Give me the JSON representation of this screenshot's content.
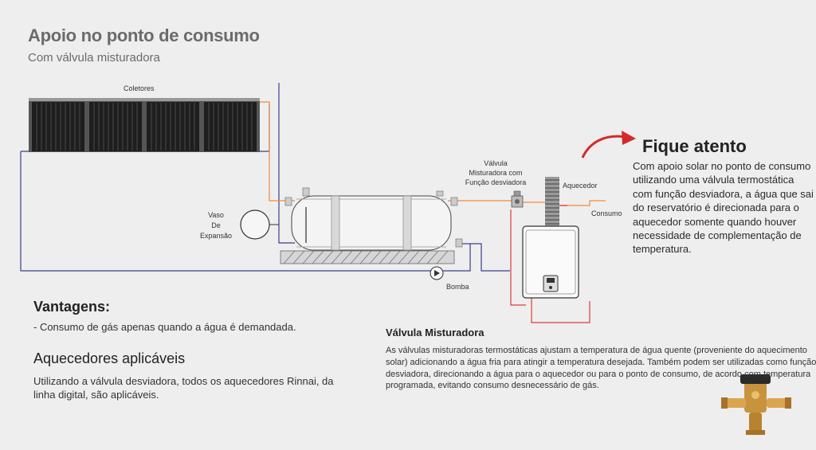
{
  "header": {
    "title": "Apoio no ponto de consumo",
    "subtitle": "Com válvula misturadora"
  },
  "diagram": {
    "labels": {
      "coletores": "Coletores",
      "vaso": [
        "Vaso",
        "De",
        "Expansão"
      ],
      "bomba": "Bomba",
      "valvula": [
        "Válvula",
        "Misturadora com",
        "Função desviadora"
      ],
      "aquecedor": "Aquecedor",
      "consumo": "Consumo"
    },
    "colors": {
      "cold": "#3a3f8f",
      "hot": "#f08a3c",
      "heater_line": "#e03a3a",
      "arrow": "#d42a2a"
    },
    "icons": [
      "solar-collector-icon",
      "water-tank-icon",
      "expansion-vessel-icon",
      "pump-icon",
      "mixing-valve-icon",
      "gas-heater-icon",
      "curved-arrow-icon",
      "valve-photo-icon"
    ]
  },
  "fique_atento": {
    "title": "Fique atento",
    "body": "Com apoio solar no ponto de consumo utilizando uma válvula termostática com função desviadora, a água que sai do reservatório é direcionada para o aquecedor somente quando houver necessidade de complementação de temperatura."
  },
  "vantagens": {
    "title": "Vantagens:",
    "body": "- Consumo de gás apenas quando a água é demandada."
  },
  "aquecedores": {
    "title": "Aquecedores aplicáveis",
    "body": "Utilizando a válvula desviadora, todos os aquecedores Rinnai, da linha digital, são aplicáveis."
  },
  "valvula_misturadora": {
    "title": "Válvula Misturadora",
    "body": "As válvulas misturadoras termostáticas ajustam a temperatura de água quente (proveniente do aquecimento solar) adicionando a água fria para atingir a temperatura desejada. Também podem ser utilizadas como função desviadora, direcionando a água para o aquecedor ou para o ponto de consumo, de acordo com temperatura programada, evitando consumo desnecessário de gás."
  }
}
